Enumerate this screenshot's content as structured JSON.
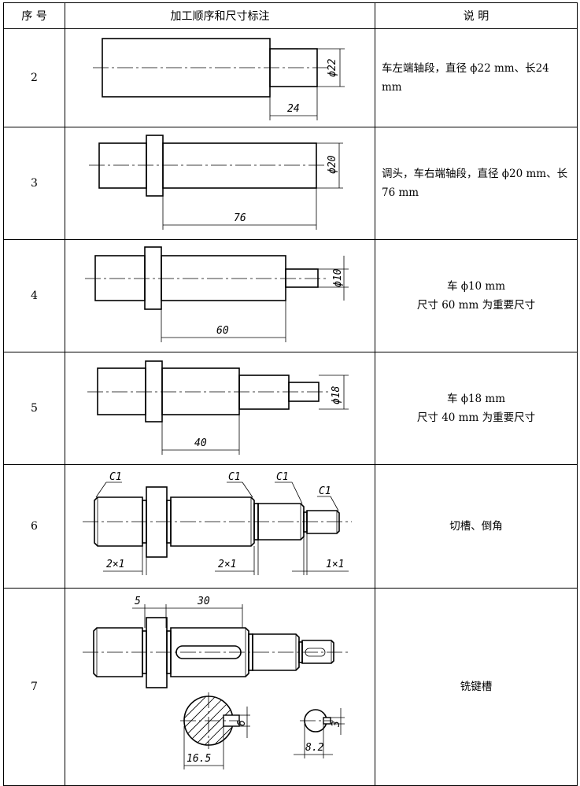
{
  "header": {
    "col_no": "序  号",
    "col_process": "加工顺序和尺寸标注",
    "col_desc": "说    明"
  },
  "rows": [
    {
      "no": "2",
      "desc": "车左端轴段，直径 ϕ22 mm、长24 mm",
      "dims": [
        "ϕ22",
        "24"
      ]
    },
    {
      "no": "3",
      "desc": "调头，车右端轴段，直径 ϕ20 mm、长 76 mm",
      "dims": [
        "ϕ20",
        "76"
      ]
    },
    {
      "no": "4",
      "desc_line1": "车 ϕ10 mm",
      "desc_line2": "尺寸 60 mm 为重要尺寸",
      "dims": [
        "ϕ10",
        "60"
      ]
    },
    {
      "no": "5",
      "desc_line1": "车 ϕ18 mm",
      "desc_line2": "尺寸 40 mm 为重要尺寸",
      "dims": [
        "ϕ18",
        "40"
      ]
    },
    {
      "no": "6",
      "desc": "切槽、倒角",
      "dims": [
        "C1",
        "C1",
        "C1",
        "C1",
        "2×1",
        "2×1",
        "1×1"
      ]
    },
    {
      "no": "7",
      "desc": "铣键槽",
      "dims": [
        "5",
        "30",
        "6",
        "16.5",
        "3",
        "8.2"
      ]
    }
  ]
}
